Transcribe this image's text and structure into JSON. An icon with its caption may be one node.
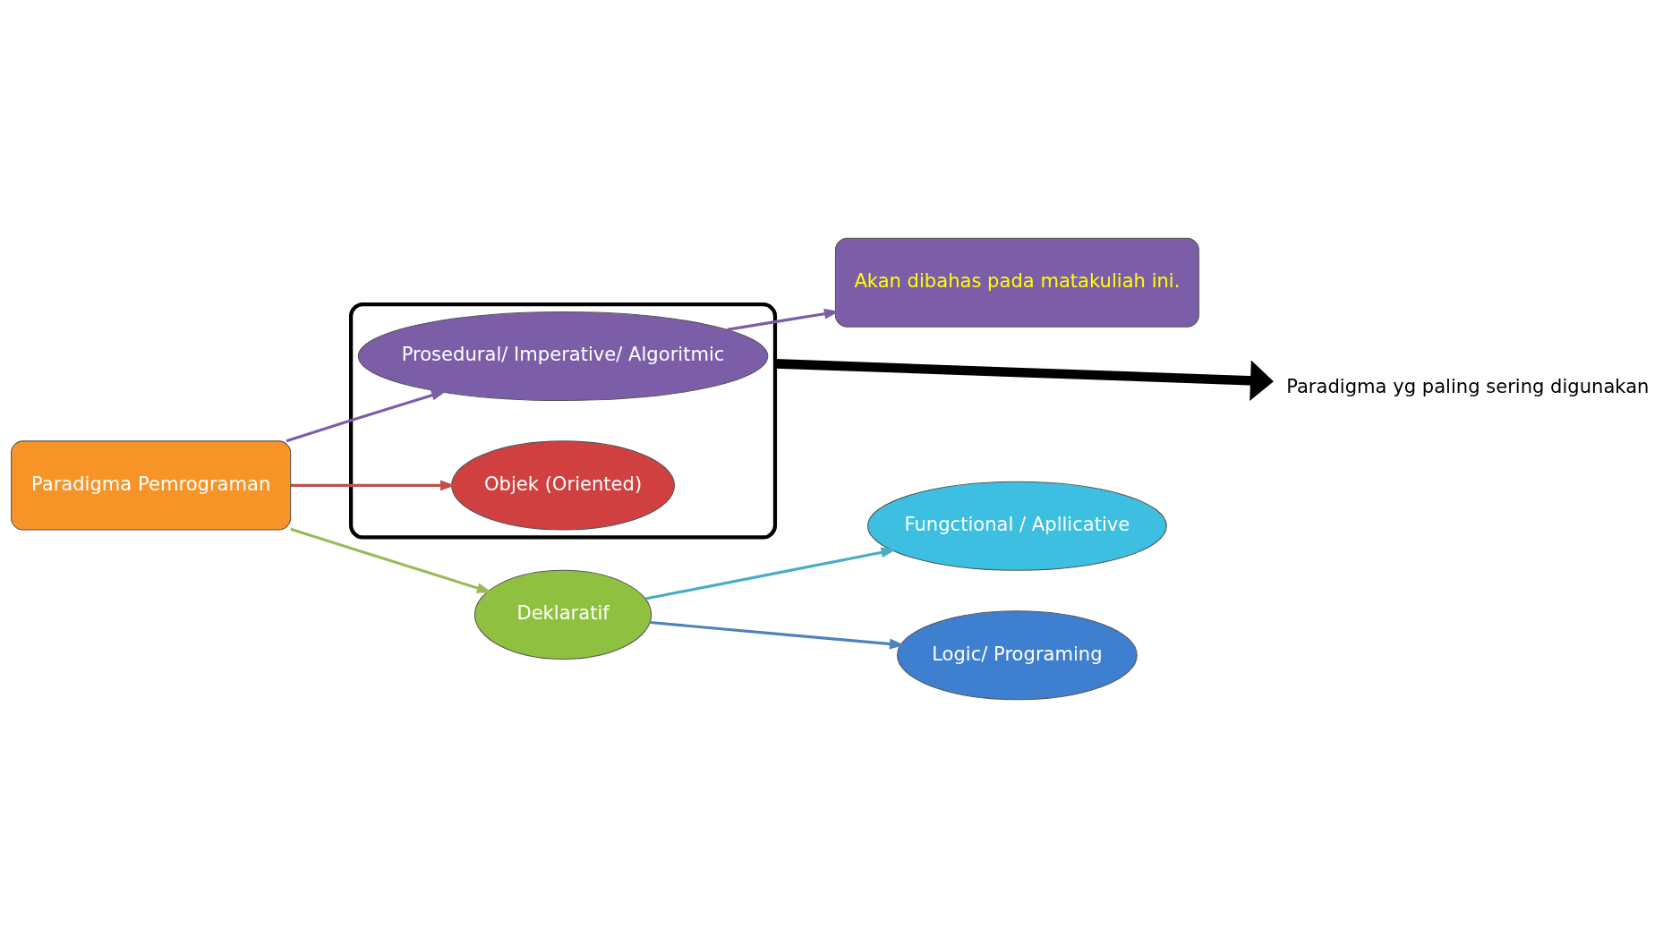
{
  "diagram": {
    "nodes": [
      {
        "text": [],
        "shape": "box"
      },
      {
        "text": [
          "Prosedural/ Imperative/ Algoritmic"
        ],
        "in": 0
      },
      {
        "text": [
          "Objek (Oriented)"
        ],
        "in": 0
      },
      {
        "text": [
          "Akan dibahas pada matakuliah ini."
        ]
      },
      {
        "text": [
          "Paradigma Pemrograman"
        ]
      },
      {
        "text": [
          "Deklaratif"
        ]
      },
      {
        "text": [
          "Fungctional / Apllicative"
        ]
      },
      {
        "text": [
          "Logic/ Programing"
        ]
      },
      {
        "text": [
          "Paradigma yg paling sering digunakan"
        ]
      }
    ],
    "edges": [
      {
        "from": 1,
        "to": 3,
        "arrow": "to",
        "color": "#7b5ea7"
      },
      {
        "from": 4,
        "to": 1,
        "arrow": "to",
        "color": "#7b5ea7"
      },
      {
        "from": 4,
        "to": 2,
        "arrow": "to",
        "color": "#c0504d"
      },
      {
        "from": 4,
        "to": 5,
        "arrow": "to",
        "color": "#9bbb59"
      },
      {
        "from": 5,
        "to": 6,
        "arrow": "to",
        "color": "#4bacc6"
      },
      {
        "from": 5,
        "to": 7,
        "arrow": "to",
        "color": "#4f81bd"
      },
      {
        "from": 0,
        "to": 8,
        "arrow": "to",
        "style": "thick",
        "color": "#000000"
      }
    ]
  }
}
